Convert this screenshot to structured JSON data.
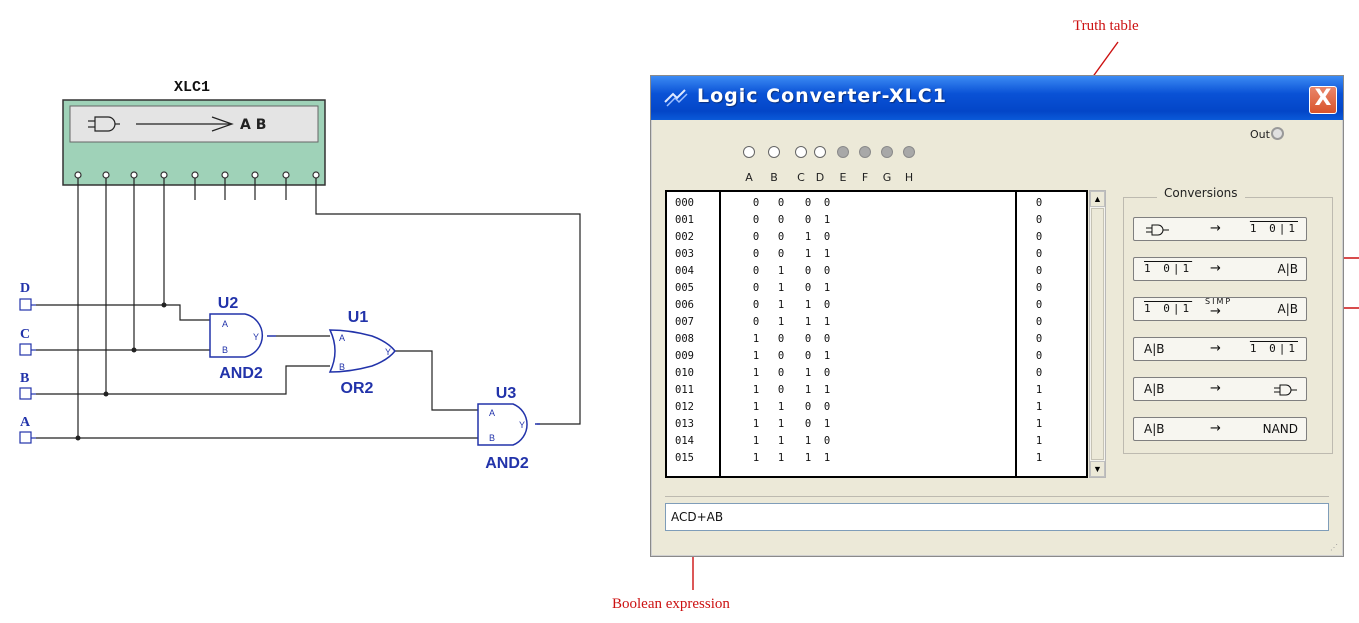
{
  "circuit": {
    "instrument_label": "XLC1",
    "instrument_display": "A B",
    "inputs": [
      "D",
      "C",
      "B",
      "A"
    ],
    "gates": [
      {
        "ref": "U2",
        "type": "AND2"
      },
      {
        "ref": "U1",
        "type": "OR2"
      },
      {
        "ref": "U3",
        "type": "AND2"
      }
    ],
    "pin_labels": {
      "a": "A",
      "b": "B",
      "y": "Y"
    }
  },
  "annotations": {
    "truth_table": "Truth table",
    "boolean_expression": "Boolean expression"
  },
  "window": {
    "title": "Logic Converter-XLC1",
    "close_label": "X",
    "out_label": "Out",
    "variables": [
      "A",
      "B",
      "C",
      "D",
      "E",
      "F",
      "G",
      "H"
    ],
    "truth_table": {
      "rows": [
        {
          "index": "000",
          "bits": [
            "0",
            "0",
            "0",
            "0"
          ],
          "out": "0"
        },
        {
          "index": "001",
          "bits": [
            "0",
            "0",
            "0",
            "1"
          ],
          "out": "0"
        },
        {
          "index": "002",
          "bits": [
            "0",
            "0",
            "1",
            "0"
          ],
          "out": "0"
        },
        {
          "index": "003",
          "bits": [
            "0",
            "0",
            "1",
            "1"
          ],
          "out": "0"
        },
        {
          "index": "004",
          "bits": [
            "0",
            "1",
            "0",
            "0"
          ],
          "out": "0"
        },
        {
          "index": "005",
          "bits": [
            "0",
            "1",
            "0",
            "1"
          ],
          "out": "0"
        },
        {
          "index": "006",
          "bits": [
            "0",
            "1",
            "1",
            "0"
          ],
          "out": "0"
        },
        {
          "index": "007",
          "bits": [
            "0",
            "1",
            "1",
            "1"
          ],
          "out": "0"
        },
        {
          "index": "008",
          "bits": [
            "1",
            "0",
            "0",
            "0"
          ],
          "out": "0"
        },
        {
          "index": "009",
          "bits": [
            "1",
            "0",
            "0",
            "1"
          ],
          "out": "0"
        },
        {
          "index": "010",
          "bits": [
            "1",
            "0",
            "1",
            "0"
          ],
          "out": "0"
        },
        {
          "index": "011",
          "bits": [
            "1",
            "0",
            "1",
            "1"
          ],
          "out": "1"
        },
        {
          "index": "012",
          "bits": [
            "1",
            "1",
            "0",
            "0"
          ],
          "out": "1"
        },
        {
          "index": "013",
          "bits": [
            "1",
            "1",
            "0",
            "1"
          ],
          "out": "1"
        },
        {
          "index": "014",
          "bits": [
            "1",
            "1",
            "1",
            "0"
          ],
          "out": "1"
        },
        {
          "index": "015",
          "bits": [
            "1",
            "1",
            "1",
            "1"
          ],
          "out": "1"
        }
      ]
    },
    "conversions_title": "Conversions",
    "conversions": [
      {
        "from": "gate-icon",
        "to": "1 0|1"
      },
      {
        "from": "1 0|1",
        "to": "A|B"
      },
      {
        "from": "1 0|1",
        "mid": "SIMP",
        "to": "A|B"
      },
      {
        "from": "A|B",
        "to": "1 0|1"
      },
      {
        "from": "A|B",
        "to": "gate-icon"
      },
      {
        "from": "A|B",
        "to": "NAND"
      }
    ],
    "arrow_glyph": "→",
    "expression": "ACD+AB"
  },
  "colors": {
    "wire_blue": "#2233aa",
    "annotation_red": "#cc1111",
    "instrument_fill": "#9fd2b8",
    "titlebar_blue": "#0a52d6"
  }
}
